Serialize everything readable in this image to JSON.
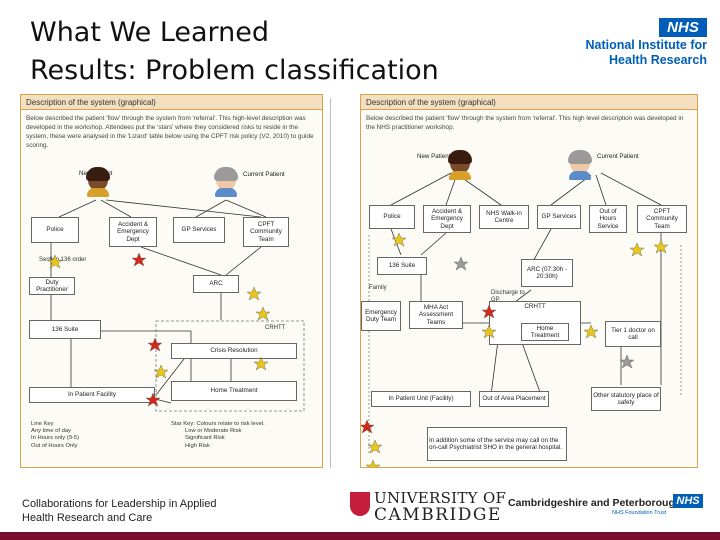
{
  "title": {
    "line1": "What We Learned",
    "line2": "Results: Problem classification"
  },
  "nihr_logo": {
    "badge": "NHS",
    "line1": "National Institute for",
    "line2": "Health Research"
  },
  "left_panel": {
    "heading": "Description of the system (graphical)",
    "description": "Below described the patient 'flow' through the system from 'referral'. This high-level description was developed in the workshop. Attendees put the 'stars' where they considered risks to reside in the system, these were analysed in the 'Lizard' table below using the CPFT risk policy (V2, 2010) to guide scoring.",
    "people": {
      "new": "New Patient",
      "current": "Current Patient"
    },
    "boxes": {
      "police": "Police",
      "ae": "Accident & Emergency Dept",
      "gp": "GP Services",
      "cpft": "CPFT Community Team",
      "duty": "Duty Practitioner",
      "arc": "ARC",
      "suite": "136 Suite",
      "cpfht": "CRHTT",
      "crisis": "Crisis Resolution",
      "home": "Home Treatment",
      "inpatient": "In Patient Facility"
    },
    "section_note": "Section 136 order",
    "legend": {
      "title": "Line Key",
      "any": "Any time of day",
      "in_hours": "In Hours only (9-5)",
      "out_hours": "Out of Hours Only",
      "star_key": "Star Key: Colours relate to risk level.",
      "low": "Low or Moderate Risk",
      "significant": "Significant Risk",
      "high": "High Risk"
    }
  },
  "right_panel": {
    "heading": "Description of the system (graphical)",
    "description": "Below described the patient 'flow' through the system from 'referral'. This high level description was developed in the NHS practitioner workshop.",
    "people": {
      "new": "New Patient",
      "current": "Current Patient"
    },
    "boxes": {
      "police": "Police",
      "ae": "Accident & Emergency Dept",
      "walkin": "NHS Walk-in Centre",
      "gp": "GP Services",
      "ooh": "Out of Hours Service",
      "cpft": "CPFT Community Team",
      "suite": "136 Suite",
      "arc": "ARC (07:30h - 20:30h)",
      "emergency": "Emergency Duty Team",
      "mha": "MHA Act Assessment Teams",
      "crhtt": "CRHTT",
      "hometx": "Home Treatment",
      "tier": "Tier 1 doctor on call",
      "inpatient": "In Patient Unit (Facility)",
      "outarea": "Out of Area Placement",
      "statutory": "Other statutory place of safety"
    },
    "notes": {
      "family": "Family",
      "discharge": "Discharge to GP",
      "gen_hosp": "In addition some of the service may call on the on-call Psychiatrist SHO in the general hospital."
    }
  },
  "footer": {
    "clahrc_line1": "Collaborations for Leadership in Applied",
    "clahrc_line2": "Health Research and Care",
    "cambridge_line1": "UNIVERSITY OF",
    "cambridge_line2": "CAMBRIDGE",
    "cpft": "Cambridgeshire and Peterborough",
    "cpft_badge": "NHS",
    "cpft_trust": "NHS Foundation Trust"
  },
  "colors": {
    "nhs_blue": "#005eb8",
    "panel_border": "#d9a24d",
    "star_yellow": "#e8c71a",
    "star_red": "#d12a1a",
    "footer_bar": "#7a0d2e"
  }
}
